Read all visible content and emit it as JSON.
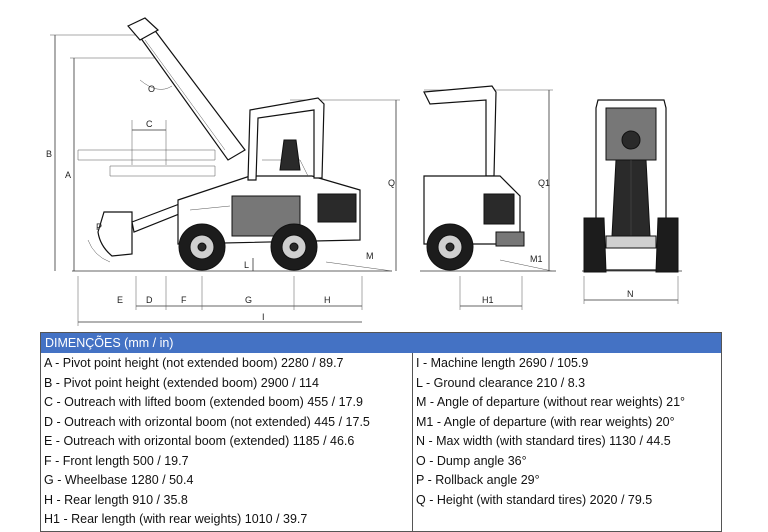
{
  "dimension_labels": {
    "A": "A",
    "B": "B",
    "C": "C",
    "D": "D",
    "E": "E",
    "F": "F",
    "G": "G",
    "H": "H",
    "H1": "H1",
    "I": "I",
    "L": "L",
    "M": "M",
    "M1": "M1",
    "N": "N",
    "O": "O",
    "P": "P",
    "Q": "Q",
    "Q1": "Q1"
  },
  "table": {
    "title": "DIMENÇÕES (mm / in)",
    "left_column": [
      "A - Pivot point height (not extended boom) 2280 / 89.7",
      "B - Pivot point height (extended boom) 2900 / 114",
      "C - Outreach with lifted boom (extended boom) 455 / 17.9",
      "D - Outreach with orizontal boom (not extended) 445 / 17.5",
      "E - Outreach with orizontal boom (extended) 1185 / 46.6",
      "F - Front length 500 / 19.7",
      "G - Wheelbase 1280 / 50.4",
      "H - Rear length 910 / 35.8",
      "H1 - Rear length (with rear weights) 1010 / 39.7"
    ],
    "right_column": [
      "I - Machine length 2690 / 105.9",
      "L - Ground clearance 210 / 8.3",
      " M - Angle of departure (without rear weights) 21°",
      "M1 - Angle of departure (with rear weights) 20°",
      "N - Max width (with standard tires) 1130 / 44.5",
      "O - Dump angle 36°",
      "P - Rollback angle 29°",
      "Q - Height (with standard tires) 2020 / 79.5"
    ]
  }
}
